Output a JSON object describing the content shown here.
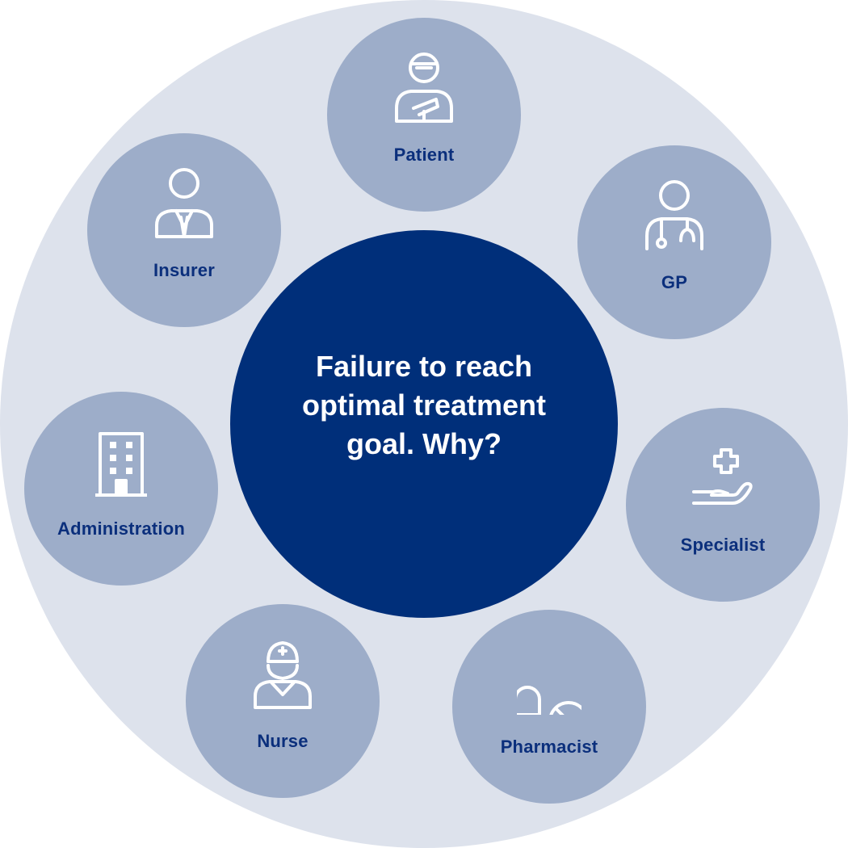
{
  "colors": {
    "outer_ring": "#dde2ec",
    "node_fill": "#9dadc9",
    "center_fill": "#002f7a",
    "label_text": "#0b2f7c",
    "icon_stroke": "#ffffff"
  },
  "center": {
    "title": "Failure to reach optimal treatment goal. Why?"
  },
  "stakeholders": [
    {
      "label": "Patient",
      "icon": "patient-with-sling-icon"
    },
    {
      "label": "GP",
      "icon": "doctor-stethoscope-icon"
    },
    {
      "label": "Specialist",
      "icon": "hand-holding-cross-icon"
    },
    {
      "label": "Pharmacist",
      "icon": "pills-icon"
    },
    {
      "label": "Nurse",
      "icon": "nurse-icon"
    },
    {
      "label": "Administration",
      "icon": "building-icon"
    },
    {
      "label": "Insurer",
      "icon": "person-with-tie-icon"
    }
  ]
}
